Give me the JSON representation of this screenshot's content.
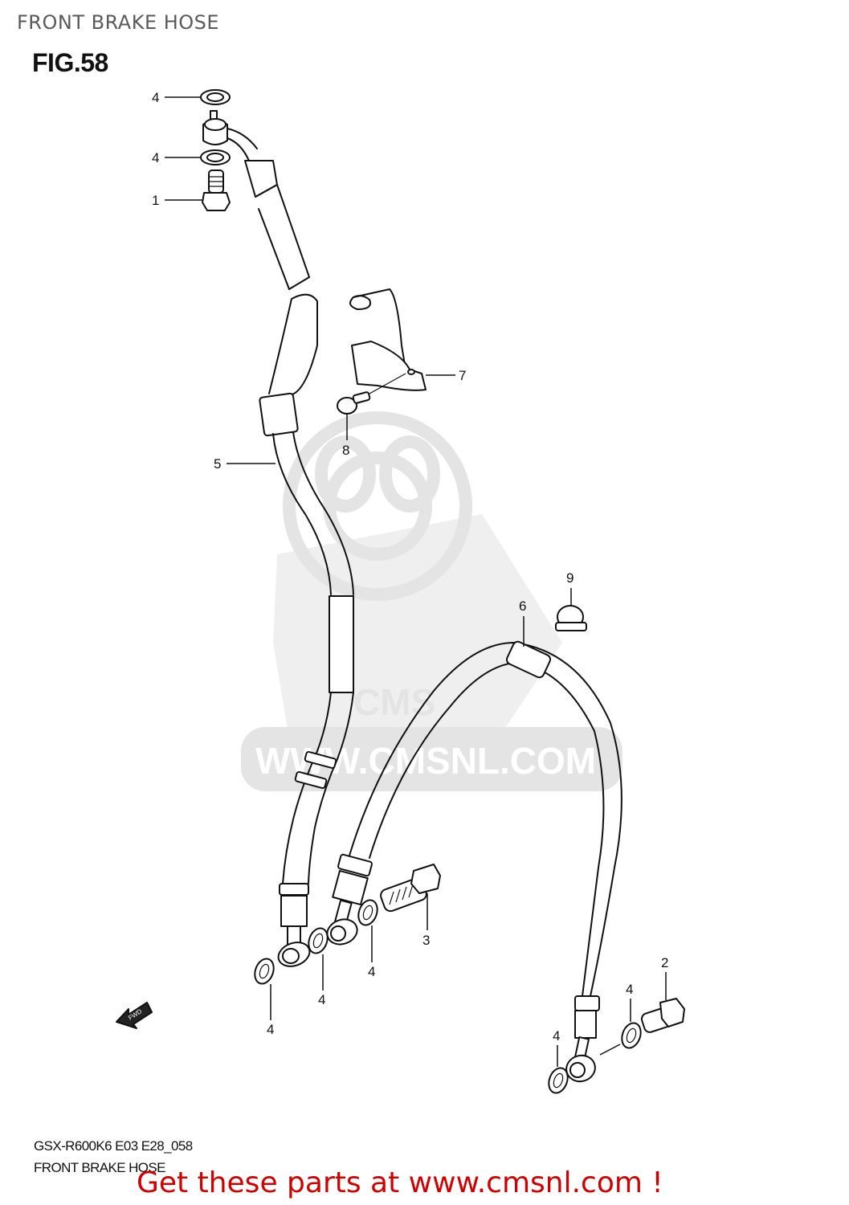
{
  "header": {
    "title": "FRONT BRAKE HOSE",
    "figure": "FIG.58"
  },
  "watermark": {
    "text": "WWW.CMSNL.COM",
    "logo": "CMS"
  },
  "callouts": [
    {
      "id": "c1",
      "number": "4",
      "part": "washer"
    },
    {
      "id": "c2",
      "number": "4",
      "part": "washer"
    },
    {
      "id": "c3",
      "number": "1",
      "part": "union bolt"
    },
    {
      "id": "c4",
      "number": "7",
      "part": "hose guide bracket"
    },
    {
      "id": "c5",
      "number": "8",
      "part": "bolt"
    },
    {
      "id": "c6",
      "number": "5",
      "part": "brake hose (upper)"
    },
    {
      "id": "c7",
      "number": "9",
      "part": "clamp"
    },
    {
      "id": "c8",
      "number": "6",
      "part": "brake hose (right)"
    },
    {
      "id": "c9",
      "number": "3",
      "part": "union bolt"
    },
    {
      "id": "c10",
      "number": "4",
      "part": "washer"
    },
    {
      "id": "c11",
      "number": "4",
      "part": "washer"
    },
    {
      "id": "c12",
      "number": "4",
      "part": "washer"
    },
    {
      "id": "c13",
      "number": "2",
      "part": "union bolt"
    },
    {
      "id": "c14",
      "number": "4",
      "part": "washer"
    },
    {
      "id": "c15",
      "number": "4",
      "part": "washer"
    }
  ],
  "direction_indicator": "FWD",
  "footer": {
    "model_code": "GSX-R600K6 E03 E28_058",
    "section_name": "FRONT BRAKE HOSE",
    "promo_text": "Get these parts at www.cmsnl.com !"
  },
  "colors": {
    "promo": "#cc0000",
    "watermark": "#e4e4e4",
    "title": "#5a5a5a"
  }
}
